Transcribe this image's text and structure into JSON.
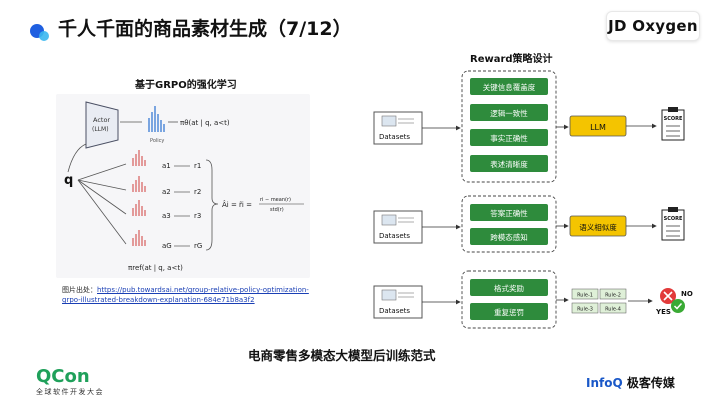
{
  "slide": {
    "title": "千人千面的商品素材生成（7/12）",
    "logo_top_right": "JD Oxygen",
    "left_section_title": "基于GRPO的强化学习",
    "reward_section_title": "Reward策略设计",
    "caption_prefix": "图片出处：",
    "caption_link": "https://pub.towardsai.net/group-relative-policy-optimization-grpo-illustrated-breakdown-explanation-684e71b8a3f2",
    "bottom_title": "电商零售多模态大模型后训练范式"
  },
  "grpo_figure": {
    "actor_label": "Actor",
    "actor_sub": "(LLM)",
    "policy_label": "Policy",
    "pi_theta": "πθ(at | q, a<t)",
    "q_label": "q",
    "a_labels": [
      "a1",
      "a2",
      "a3",
      "aG"
    ],
    "r_labels": [
      "r1",
      "r2",
      "r3",
      "rG"
    ],
    "advantage": "Âi = r̃i =",
    "advantage_frac_num": "ri − mean(r)",
    "advantage_frac_den": "std(r)",
    "pi_ref": "πref(at | q, a<t)"
  },
  "pipelines": [
    {
      "dataset_label": "Datasets",
      "items": [
        "关键信息覆盖度",
        "逻辑一致性",
        "事实正确性",
        "表述清晰度"
      ],
      "judge_label": "LLM",
      "output_label": "SCORE"
    },
    {
      "dataset_label": "Datasets",
      "items": [
        "答案正确性",
        "跨模态感知"
      ],
      "judge_label": "语义相似度",
      "output_label": "SCORE"
    },
    {
      "dataset_label": "Datasets",
      "items": [
        "格式奖励",
        "重复惩罚"
      ],
      "rules": [
        "Rule-1",
        "Rule-2",
        "Rule-3",
        "Rule-4"
      ],
      "yes_label": "YES",
      "no_label": "NO"
    }
  ],
  "footer": {
    "qcon": "QCon",
    "qcon_sub": "全球软件开发大会",
    "infoq": "InfoQ",
    "media": "极客传媒"
  },
  "colors": {
    "item_green": "#2e8b3c",
    "judge_yellow": "#f4c400",
    "dataset_border": "#555555",
    "yes_green": "#3aaa35",
    "no_red": "#e23a3a",
    "title_dot_blue": "#1f5fe0"
  }
}
